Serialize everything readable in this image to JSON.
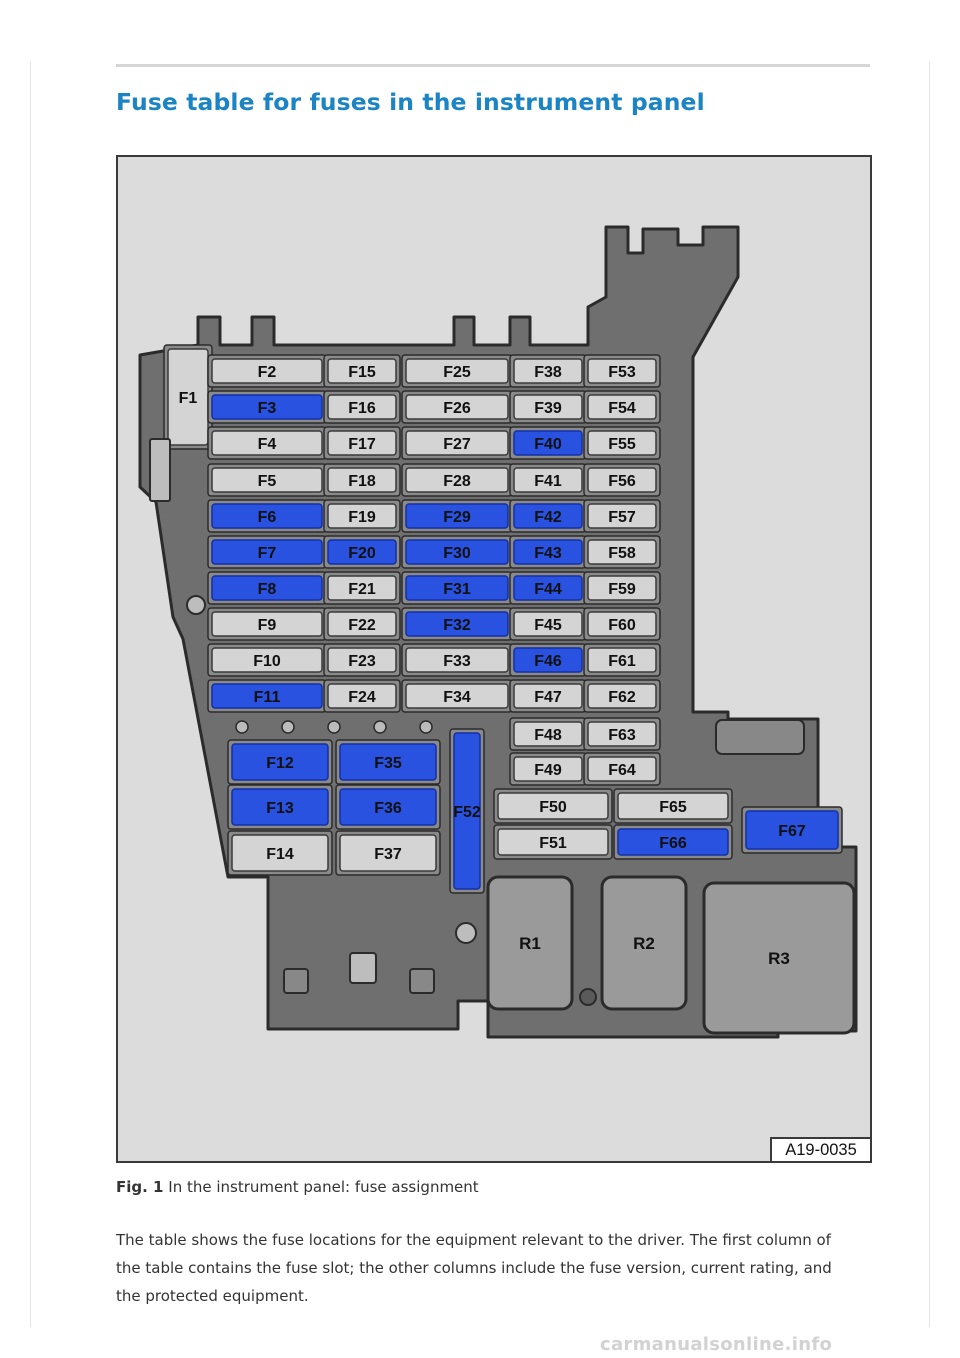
{
  "page": {
    "title": "Fuse table for fuses in the instrument panel",
    "figure_code": "A19-0035",
    "caption_label": "Fig. 1",
    "caption_text": "In the instrument panel: fuse assignment",
    "intro": "The table shows the fuse locations for the equipment relevant to the driver. The first column of the table contains the fuse slot; the other columns include the fuse version, current rating, and the protected equipment.",
    "watermark": "carmanualsonline.info"
  },
  "colors": {
    "heading": "#1b84c4",
    "highlighted_fuse": "#2a52e0",
    "standard_fuse": "#d4d4d4",
    "housing": "#707070"
  },
  "fuses": [
    {
      "id": "F1",
      "highlighted": false
    },
    {
      "id": "F2",
      "highlighted": false
    },
    {
      "id": "F3",
      "highlighted": true
    },
    {
      "id": "F4",
      "highlighted": false
    },
    {
      "id": "F5",
      "highlighted": false
    },
    {
      "id": "F6",
      "highlighted": true
    },
    {
      "id": "F7",
      "highlighted": true
    },
    {
      "id": "F8",
      "highlighted": true
    },
    {
      "id": "F9",
      "highlighted": false
    },
    {
      "id": "F10",
      "highlighted": false
    },
    {
      "id": "F11",
      "highlighted": true
    },
    {
      "id": "F12",
      "highlighted": true
    },
    {
      "id": "F13",
      "highlighted": true
    },
    {
      "id": "F14",
      "highlighted": false
    },
    {
      "id": "F15",
      "highlighted": false
    },
    {
      "id": "F16",
      "highlighted": false
    },
    {
      "id": "F17",
      "highlighted": false
    },
    {
      "id": "F18",
      "highlighted": false
    },
    {
      "id": "F19",
      "highlighted": false
    },
    {
      "id": "F20",
      "highlighted": true
    },
    {
      "id": "F21",
      "highlighted": false
    },
    {
      "id": "F22",
      "highlighted": false
    },
    {
      "id": "F23",
      "highlighted": false
    },
    {
      "id": "F24",
      "highlighted": false
    },
    {
      "id": "F25",
      "highlighted": false
    },
    {
      "id": "F26",
      "highlighted": false
    },
    {
      "id": "F27",
      "highlighted": false
    },
    {
      "id": "F28",
      "highlighted": false
    },
    {
      "id": "F29",
      "highlighted": true
    },
    {
      "id": "F30",
      "highlighted": true
    },
    {
      "id": "F31",
      "highlighted": true
    },
    {
      "id": "F32",
      "highlighted": true
    },
    {
      "id": "F33",
      "highlighted": false
    },
    {
      "id": "F34",
      "highlighted": false
    },
    {
      "id": "F35",
      "highlighted": true
    },
    {
      "id": "F36",
      "highlighted": true
    },
    {
      "id": "F37",
      "highlighted": false
    },
    {
      "id": "F38",
      "highlighted": false
    },
    {
      "id": "F39",
      "highlighted": false
    },
    {
      "id": "F40",
      "highlighted": true
    },
    {
      "id": "F41",
      "highlighted": false
    },
    {
      "id": "F42",
      "highlighted": true
    },
    {
      "id": "F43",
      "highlighted": true
    },
    {
      "id": "F44",
      "highlighted": true
    },
    {
      "id": "F45",
      "highlighted": false
    },
    {
      "id": "F46",
      "highlighted": true
    },
    {
      "id": "F47",
      "highlighted": false
    },
    {
      "id": "F48",
      "highlighted": false
    },
    {
      "id": "F49",
      "highlighted": false
    },
    {
      "id": "F50",
      "highlighted": false
    },
    {
      "id": "F51",
      "highlighted": false
    },
    {
      "id": "F52",
      "highlighted": true
    },
    {
      "id": "F53",
      "highlighted": false
    },
    {
      "id": "F54",
      "highlighted": false
    },
    {
      "id": "F55",
      "highlighted": false
    },
    {
      "id": "F56",
      "highlighted": false
    },
    {
      "id": "F57",
      "highlighted": false
    },
    {
      "id": "F58",
      "highlighted": false
    },
    {
      "id": "F59",
      "highlighted": false
    },
    {
      "id": "F60",
      "highlighted": false
    },
    {
      "id": "F61",
      "highlighted": false
    },
    {
      "id": "F62",
      "highlighted": false
    },
    {
      "id": "F63",
      "highlighted": false
    },
    {
      "id": "F64",
      "highlighted": false
    },
    {
      "id": "F65",
      "highlighted": false
    },
    {
      "id": "F66",
      "highlighted": true
    },
    {
      "id": "F67",
      "highlighted": true
    }
  ],
  "relays": [
    "R1",
    "R2",
    "R3"
  ]
}
